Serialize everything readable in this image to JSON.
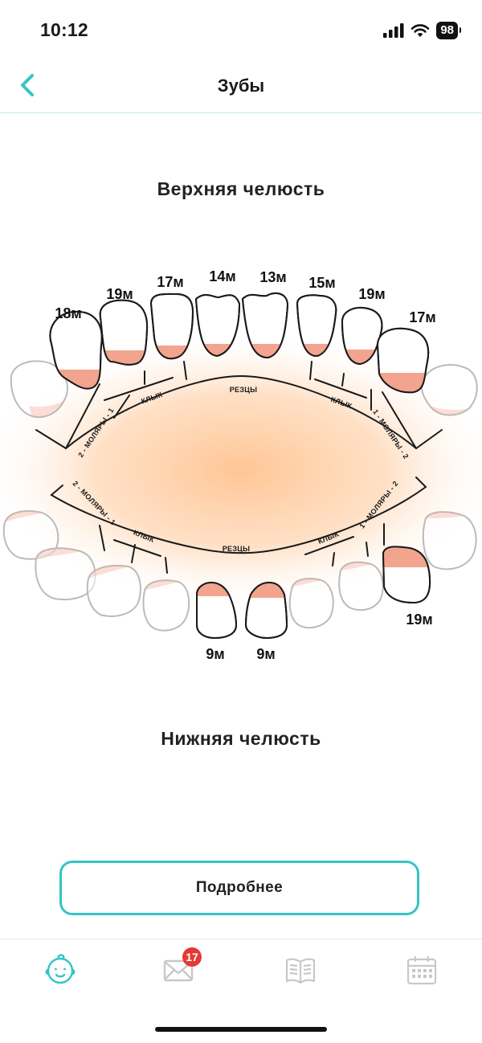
{
  "status": {
    "time": "10:12",
    "battery": "98"
  },
  "nav": {
    "title": "Зубы"
  },
  "upper_jaw": {
    "title": "Верхняя челюсть",
    "ages": [
      "18м",
      "19м",
      "17м",
      "14м",
      "13м",
      "15м",
      "19м",
      "17м"
    ],
    "groups": {
      "incisors": "РЕЗЦЫ",
      "canine_left": "КЛЫК",
      "canine_right": "КЛЫК",
      "molars_left": "2 - МОЛЯРЫ - 1",
      "molars_right": "1 - МОЛЯРЫ - 2"
    }
  },
  "lower_jaw": {
    "title": "Нижняя челюсть",
    "ages": [
      "9м",
      "9м",
      "19м"
    ],
    "groups": {
      "incisors": "РЕЗЦЫ",
      "canine_left": "КЛЫК",
      "canine_right": "КЛЫК",
      "molars_left": "2 - МОЛЯРЫ - 1",
      "molars_right": "1 - МОЛЯРЫ - 2"
    }
  },
  "actions": {
    "details": "Подробнее"
  },
  "tabbar": {
    "items": [
      "baby-face-icon",
      "mail-icon",
      "book-icon",
      "calendar-icon"
    ],
    "mail_badge": "17",
    "active_color": "#35c4c8",
    "inactive_color": "#c8c8c8"
  },
  "colors": {
    "accent": "#35c4c8",
    "gum": "#f2a48e",
    "glow": "#ffcfa6"
  }
}
